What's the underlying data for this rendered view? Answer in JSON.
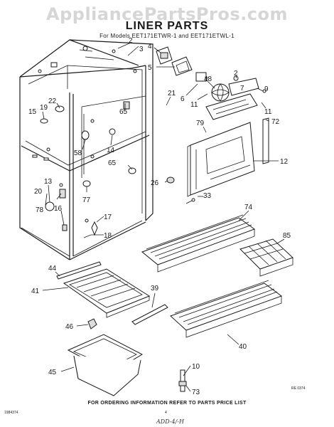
{
  "watermark": "AppliancePartsPros.com",
  "title": "LINER PARTS",
  "subtitle": "For Models EET171ETWR-1 and EET171ETWL-1",
  "footer_note": "FOR ORDERING INFORMATION REFER TO PARTS PRICE LIST",
  "ref_code": "RE 0374",
  "page_code": "1984374",
  "page_number": "4",
  "handwriting": "ADD-4/-H",
  "callouts": {
    "c2a": "2",
    "c3": "3",
    "c4": "4",
    "c5": "5",
    "c48": "48",
    "c2b": "2",
    "c9": "9",
    "c22": "22",
    "c19": "19",
    "c15": "15",
    "c21": "21",
    "c6": "6",
    "c7": "7",
    "c11a": "11",
    "c11b": "11",
    "c72": "72",
    "c65a": "65",
    "c79": "79",
    "c58": "58",
    "c14": "14",
    "c65b": "65",
    "c12": "12",
    "c13": "13",
    "c20": "20",
    "c78": "78",
    "c16": "16",
    "c77": "77",
    "c26": "26",
    "c33": "33",
    "c74": "74",
    "c17": "17",
    "c18": "18",
    "c85": "85",
    "c44": "44",
    "c41": "41",
    "c39": "39",
    "c46": "46",
    "c40": "40",
    "c10": "10",
    "c73": "73",
    "c45": "45"
  }
}
